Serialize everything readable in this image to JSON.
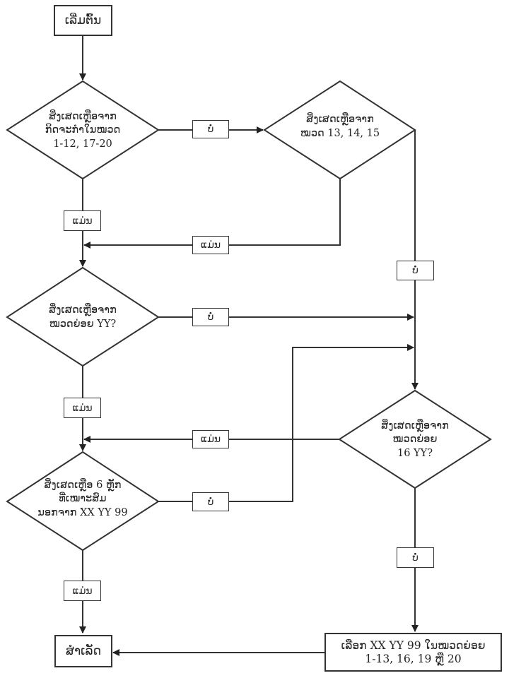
{
  "nodes": {
    "start": {
      "label": "ເລີ່ມຕົ້ນ"
    },
    "d1": {
      "lines": [
        "ສິ່ງເສດເຫຼືອຈາກ",
        "ກິດຈະກຳໃນໝວດ",
        "1-12, 17-20"
      ]
    },
    "d2": {
      "lines": [
        "ສິ່ງເສດເຫຼືອຈາກ",
        "ໝວດ  13, 14, 15"
      ]
    },
    "d3": {
      "lines": [
        "ສິ່ງເສດເຫຼືອຈາກ",
        "ໝວດຍ່ອຍ  YY?"
      ]
    },
    "d4": {
      "lines": [
        "ສິ່ງເສດເຫຼືອຈາກ",
        "ໝວດຍ່ອຍ",
        "16  YY?"
      ]
    },
    "d5": {
      "lines": [
        "ສິ່ງເສດເຫຼືອ  6  ຫຼັກ",
        "ທີ່ເໝາະສົມ",
        "ນອກຈາກ  XX YY 99"
      ]
    },
    "select": {
      "lines": [
        "ເລືອກ XX YY 99 ໃນໝວດຍ່ອຍ",
        "1-13, 16, 19  ຫຼື  20"
      ]
    },
    "end": {
      "label": "ສຳເລັດ"
    }
  },
  "edge_labels": {
    "yes": "ແມ່ນ",
    "no": "ບໍ່"
  },
  "colors": {
    "line": "#333333",
    "background": "#ffffff"
  }
}
